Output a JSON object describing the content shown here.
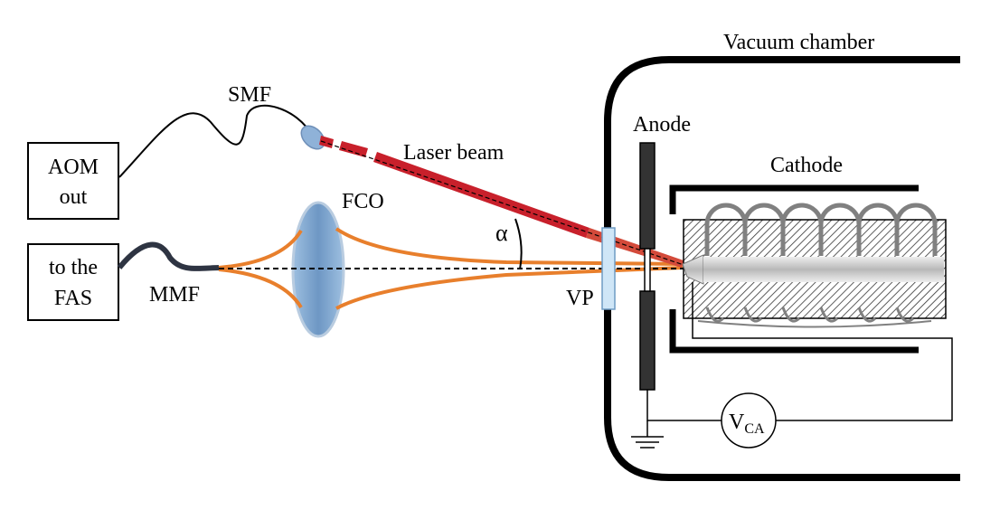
{
  "labels": {
    "vacuum_chamber": "Vacuum chamber",
    "anode": "Anode",
    "cathode": "Cathode",
    "laser_beam": "Laser beam",
    "smf": "SMF",
    "mmf": "MMF",
    "fco": "FCO",
    "vp": "VP",
    "alpha": "α",
    "aom_out_line1": "AOM",
    "aom_out_line2": "out",
    "fas_line1": "to the",
    "fas_line2": "FAS",
    "vca_main": "V",
    "vca_sub": "CA"
  },
  "colors": {
    "optical_fiber_orange": "#E87F2C",
    "laser_red": "#C8202B",
    "lens_blue": "#7FA6CF",
    "viewport_blue": "#CFE6F7",
    "hatch": "#333333",
    "coil_gray": "#808080"
  },
  "icons": {
    "ground": "ground-symbol",
    "voltmeter": "voltmeter-circle"
  }
}
